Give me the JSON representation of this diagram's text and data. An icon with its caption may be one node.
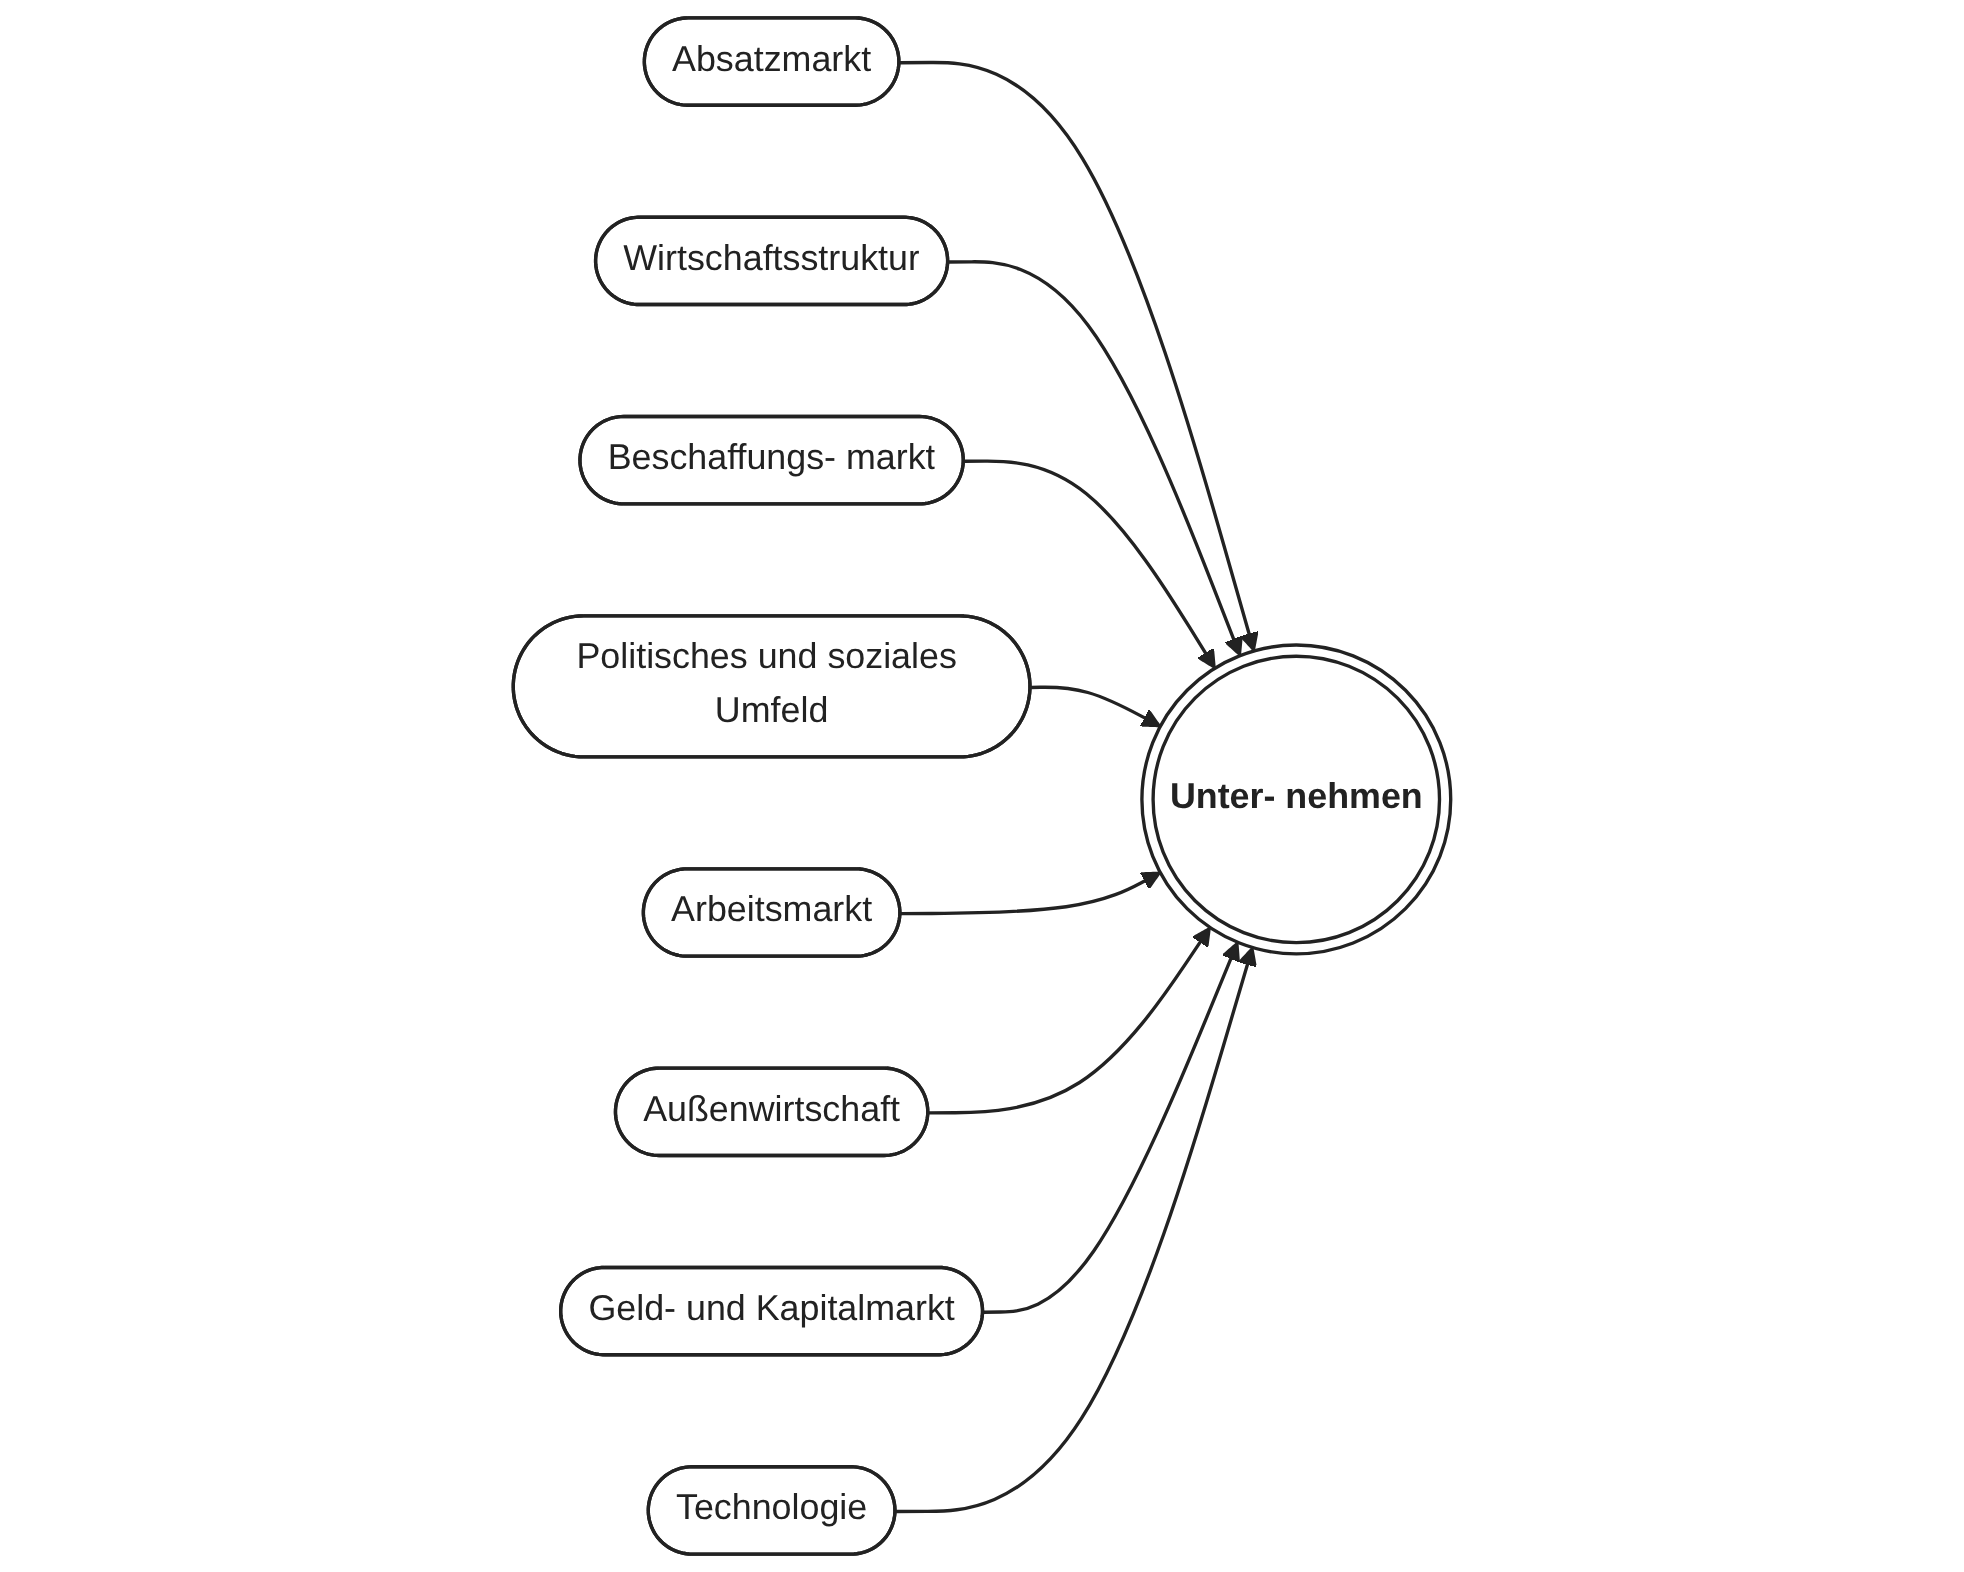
{
  "diagram": {
    "nodes": [
      {
        "text": [
          "Absatzmarkt"
        ]
      },
      {
        "text": [
          "Wirtschaftsstruktur"
        ]
      },
      {
        "text": [
          "Beschaffungs- markt"
        ]
      },
      {
        "text": [
          "Politisches und soziales Umfeld"
        ]
      },
      {
        "text": [
          "Unter- nehmen"
        ]
      },
      {
        "text": [
          "Arbeitsmarkt"
        ]
      },
      {
        "text": [
          "Außenwirtschaft"
        ]
      },
      {
        "text": [
          "Geld- und Kapitalmarkt"
        ]
      },
      {
        "text": [
          "Technologie"
        ]
      }
    ],
    "edges": [
      {
        "from": 0,
        "to": 4,
        "arrow": "to"
      },
      {
        "from": 1,
        "to": 4,
        "arrow": "to"
      },
      {
        "from": 2,
        "to": 4,
        "arrow": "to"
      },
      {
        "from": 3,
        "to": 4,
        "arrow": "to"
      },
      {
        "from": 5,
        "to": 4,
        "arrow": "to"
      },
      {
        "from": 6,
        "to": 4,
        "arrow": "to"
      },
      {
        "from": 7,
        "to": 4,
        "arrow": "to"
      },
      {
        "from": 8,
        "to": 4,
        "arrow": "to"
      }
    ]
  }
}
